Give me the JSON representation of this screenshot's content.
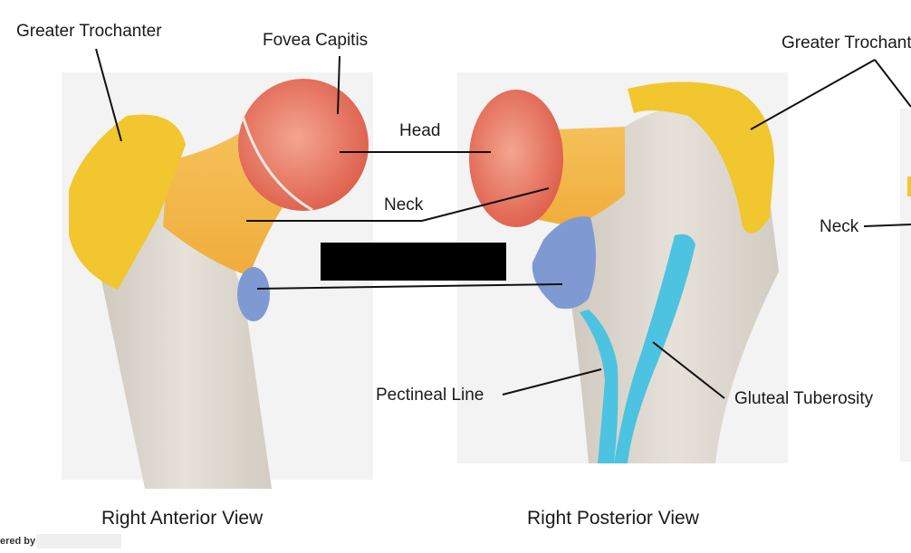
{
  "labels": {
    "greater_trochanter_left": "Greater Trochanter",
    "fovea_capitis": "Fovea Capitis",
    "head": "Head",
    "neck_center": "Neck",
    "greater_trochanter_right": "Greater Trochanter",
    "neck_right": "Neck",
    "pectineal_line": "Pectineal Line",
    "gluteal_tuberosity": "Gluteal Tuberosity"
  },
  "views": {
    "anterior": "Right Anterior View",
    "posterior": "Right Posterior View"
  },
  "watermark": "ered by",
  "colors": {
    "bone": "#dcd7cf",
    "greater_trochanter": "#f1c62e",
    "head": "#e8735f",
    "neck": "#f3b94a",
    "lesser_trochanter": "#7f9ad3",
    "pectineal_gluteal": "#4cc3e0",
    "redaction": "#000000"
  }
}
